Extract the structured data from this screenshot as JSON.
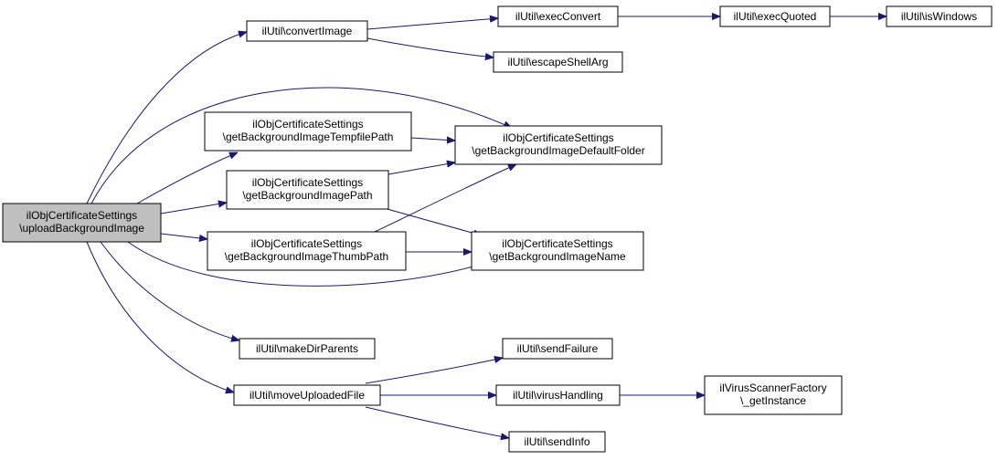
{
  "nodes": {
    "upload": {
      "lines": [
        "ilObjCertificateSettings",
        "\\uploadBackgroundImage"
      ],
      "fill": "#bfbfbf"
    },
    "convertImage": {
      "lines": [
        "ilUtil\\convertImage"
      ],
      "fill": "#ffffff"
    },
    "execConvert": {
      "lines": [
        "ilUtil\\execConvert"
      ],
      "fill": "#ffffff"
    },
    "execQuoted": {
      "lines": [
        "ilUtil\\execQuoted"
      ],
      "fill": "#ffffff"
    },
    "isWindows": {
      "lines": [
        "ilUtil\\isWindows"
      ],
      "fill": "#ffffff"
    },
    "escapeShellArg": {
      "lines": [
        "ilUtil\\escapeShellArg"
      ],
      "fill": "#ffffff"
    },
    "getTempfilePath": {
      "lines": [
        "ilObjCertificateSettings",
        "\\getBackgroundImageTempfilePath"
      ],
      "fill": "#ffffff"
    },
    "getDefaultFolder": {
      "lines": [
        "ilObjCertificateSettings",
        "\\getBackgroundImageDefaultFolder"
      ],
      "fill": "#ffffff"
    },
    "getPath": {
      "lines": [
        "ilObjCertificateSettings",
        "\\getBackgroundImagePath"
      ],
      "fill": "#ffffff"
    },
    "getThumbPath": {
      "lines": [
        "ilObjCertificateSettings",
        "\\getBackgroundImageThumbPath"
      ],
      "fill": "#ffffff"
    },
    "getName": {
      "lines": [
        "ilObjCertificateSettings",
        "\\getBackgroundImageName"
      ],
      "fill": "#ffffff"
    },
    "makeDirParents": {
      "lines": [
        "ilUtil\\makeDirParents"
      ],
      "fill": "#ffffff"
    },
    "moveUploadedFile": {
      "lines": [
        "ilUtil\\moveUploadedFile"
      ],
      "fill": "#ffffff"
    },
    "sendFailure": {
      "lines": [
        "ilUtil\\sendFailure"
      ],
      "fill": "#ffffff"
    },
    "virusHandling": {
      "lines": [
        "ilUtil\\virusHandling"
      ],
      "fill": "#ffffff"
    },
    "getInstance": {
      "lines": [
        "ilVirusScannerFactory",
        "\\_getInstance"
      ],
      "fill": "#ffffff"
    },
    "sendInfo": {
      "lines": [
        "ilUtil\\sendInfo"
      ],
      "fill": "#ffffff"
    }
  },
  "edges": [
    {
      "from": "upload",
      "to": "convertImage"
    },
    {
      "from": "upload",
      "to": "getDefaultFolder"
    },
    {
      "from": "upload",
      "to": "getTempfilePath"
    },
    {
      "from": "upload",
      "to": "getPath"
    },
    {
      "from": "upload",
      "to": "getThumbPath"
    },
    {
      "from": "upload",
      "to": "getName"
    },
    {
      "from": "upload",
      "to": "makeDirParents"
    },
    {
      "from": "upload",
      "to": "moveUploadedFile"
    },
    {
      "from": "convertImage",
      "to": "execConvert"
    },
    {
      "from": "convertImage",
      "to": "escapeShellArg"
    },
    {
      "from": "execConvert",
      "to": "execQuoted"
    },
    {
      "from": "execQuoted",
      "to": "isWindows"
    },
    {
      "from": "getTempfilePath",
      "to": "getDefaultFolder"
    },
    {
      "from": "getPath",
      "to": "getDefaultFolder"
    },
    {
      "from": "getPath",
      "to": "getName"
    },
    {
      "from": "getThumbPath",
      "to": "getDefaultFolder"
    },
    {
      "from": "getThumbPath",
      "to": "getName"
    },
    {
      "from": "moveUploadedFile",
      "to": "sendFailure"
    },
    {
      "from": "moveUploadedFile",
      "to": "virusHandling"
    },
    {
      "from": "moveUploadedFile",
      "to": "sendInfo"
    },
    {
      "from": "virusHandling",
      "to": "getInstance"
    }
  ]
}
